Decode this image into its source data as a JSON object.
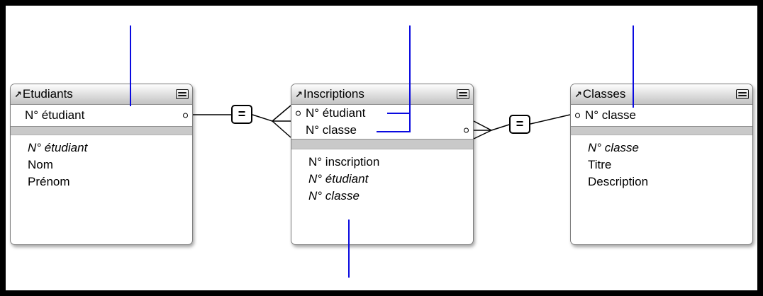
{
  "graph": {
    "tables": [
      {
        "name": "Etudiants",
        "key_fields": [
          "N° étudiant"
        ],
        "fields": [
          {
            "label": "N° étudiant",
            "italic": true
          },
          {
            "label": "Nom",
            "italic": false
          },
          {
            "label": "Prénom",
            "italic": false
          }
        ]
      },
      {
        "name": "Inscriptions",
        "key_fields": [
          "N° étudiant",
          "N° classe"
        ],
        "fields": [
          {
            "label": "N° inscription",
            "italic": false
          },
          {
            "label": "N° étudiant",
            "italic": true
          },
          {
            "label": "N° classe",
            "italic": true
          }
        ]
      },
      {
        "name": "Classes",
        "key_fields": [
          "N° classe"
        ],
        "fields": [
          {
            "label": "N° classe",
            "italic": true
          },
          {
            "label": "Titre",
            "italic": false
          },
          {
            "label": "Description",
            "italic": false
          }
        ]
      }
    ],
    "relationships": [
      {
        "operator": "=",
        "from": "Etudiants",
        "to": "Inscriptions"
      },
      {
        "operator": "=",
        "from": "Inscriptions",
        "to": "Classes"
      }
    ]
  },
  "icons": {
    "table_anchor_glyph": "↗",
    "collapse_button": "collapse-toggle-icon",
    "match_field_port": "match-field-dot-icon"
  },
  "colors": {
    "frame": "#000000",
    "canvas": "#ffffff",
    "callout_blue": "#0a0ae0",
    "connector": "#000000",
    "header_gradient_top": "#fdfdfd",
    "header_gradient_bottom": "#c3c3c3",
    "separator_band": "#c9c9c9",
    "table_border": "#7d7d7d"
  }
}
